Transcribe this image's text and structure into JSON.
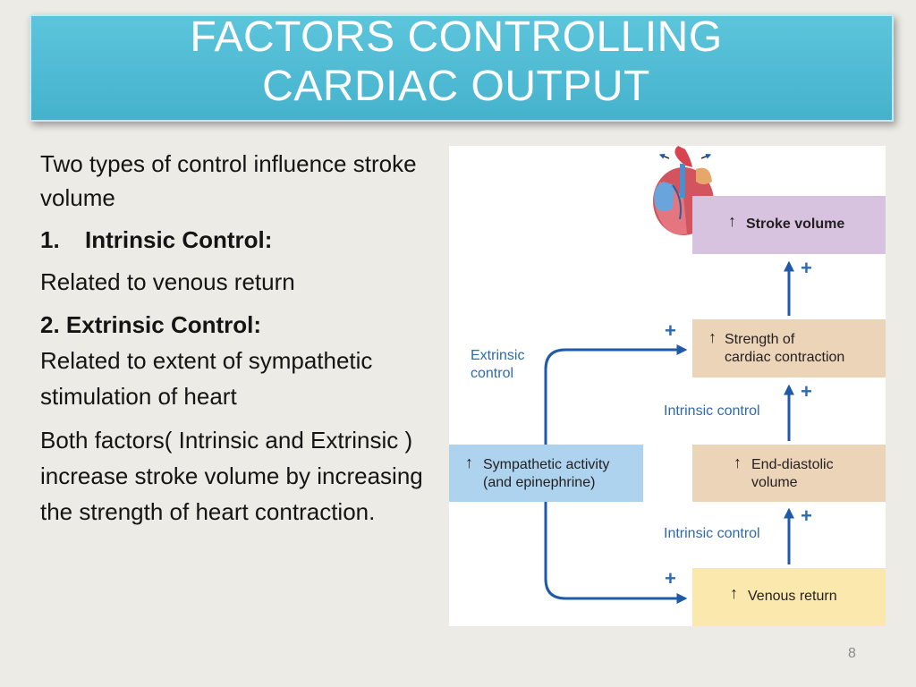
{
  "title": {
    "line1": "FACTORS CONTROLLING",
    "line2": "CARDIAC OUTPUT"
  },
  "body": {
    "intro": "Two types of control influence stroke volume",
    "item1_number": "1.",
    "item1_heading": "Intrinsic Control:",
    "item1_desc": "Related to venous return",
    "item2_heading": "2. Extrinsic Control:",
    "item2_desc": "Related to extent of sympathetic stimulation of heart",
    "conclusion": "Both factors( Intrinsic and Extrinsic ) increase stroke volume by increasing the strength of heart contraction."
  },
  "diagram": {
    "up_arrow": "↑",
    "plus": "+",
    "boxes": {
      "stroke_volume": "Stroke volume",
      "strength_line1": "Strength of",
      "strength_line2": "cardiac contraction",
      "edv_line1": "End-diastolic",
      "edv_line2": "volume",
      "venous_return": "Venous return",
      "sympathetic_line1": "Sympathetic activity",
      "sympathetic_line2": "(and epinephrine)"
    },
    "labels": {
      "extrinsic_line1": "Extrinsic",
      "extrinsic_line2": "control",
      "intrinsic_upper": "Intrinsic control",
      "intrinsic_lower": "Intrinsic control"
    },
    "colors": {
      "arrow": "#1f5aa8",
      "label_text": "#2e6aae",
      "stroke_volume_box": "#d7c2df",
      "strength_box": "#ecd4b8",
      "edv_box": "#ecd4b8",
      "venous_box": "#fbe8ad",
      "sympathetic_box": "#aed3ee"
    },
    "icons": [
      "heart-illustration-icon"
    ]
  },
  "page_number": "8",
  "theme": {
    "background": "#ecebe5",
    "banner": "#4fbcd5"
  }
}
